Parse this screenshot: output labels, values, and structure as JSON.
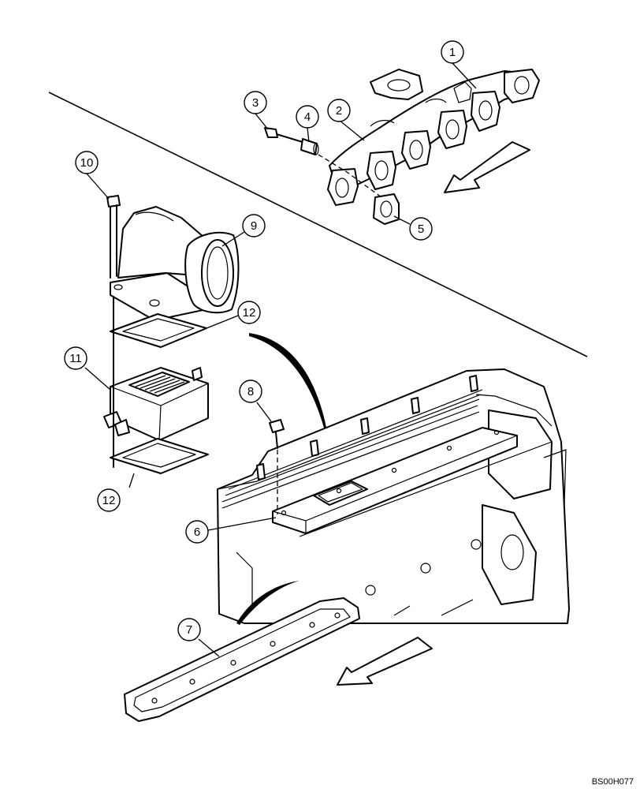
{
  "diagram_code": "BS00H077",
  "callouts": [
    {
      "id": "1",
      "label": "1"
    },
    {
      "id": "2",
      "label": "2"
    },
    {
      "id": "3",
      "label": "3"
    },
    {
      "id": "4",
      "label": "4"
    },
    {
      "id": "5",
      "label": "5"
    },
    {
      "id": "6",
      "label": "6"
    },
    {
      "id": "7",
      "label": "7"
    },
    {
      "id": "8",
      "label": "8"
    },
    {
      "id": "9",
      "label": "9"
    },
    {
      "id": "10",
      "label": "10"
    },
    {
      "id": "11",
      "label": "11"
    },
    {
      "id": "12a",
      "label": "12"
    },
    {
      "id": "12b",
      "label": "12"
    }
  ]
}
